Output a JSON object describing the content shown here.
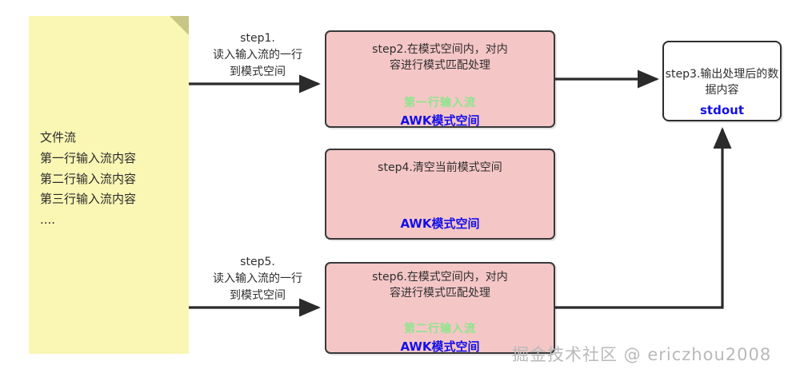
{
  "diagram": {
    "title": "AWK 模式空间处理流程",
    "colors": {
      "note_fill": "#faf6b4",
      "note_fold": "#c8c684",
      "pattern_box_fill": "#f5c6c6",
      "pattern_box_border": "#383838",
      "stdout_box_fill": "#ffffff",
      "stream_text": "#8ce68c",
      "label_blue": "#1510e8",
      "arrow": "#2b2b2b",
      "watermark": "#b9b9b9"
    }
  },
  "note": {
    "lines": [
      "文件流",
      "第一行输入流内容",
      "第二行输入流内容",
      "第三行输入流内容",
      "...."
    ]
  },
  "arrow_labels": {
    "step1": "step1.\n读入输入流的一行\n到模式空间",
    "step5": "step5.\n读入输入流的一行\n到模式空间"
  },
  "boxes": {
    "step2": {
      "title": "step2.在模式空间内，对内容进行模式匹配处理",
      "stream": "第一行输入流",
      "space_label": "AWK模式空间"
    },
    "step4": {
      "title": "step4.清空当前模式空间",
      "space_label": "AWK模式空间"
    },
    "step6": {
      "title": "step6.在模式空间内，对内容进行模式匹配处理",
      "stream": "第二行输入流",
      "space_label": "AWK模式空间"
    },
    "step3": {
      "title": "step3.输出处理后的数据内容",
      "space_label": "stdout"
    }
  },
  "watermark": "掘金技术社区 @ ericzhou2008"
}
